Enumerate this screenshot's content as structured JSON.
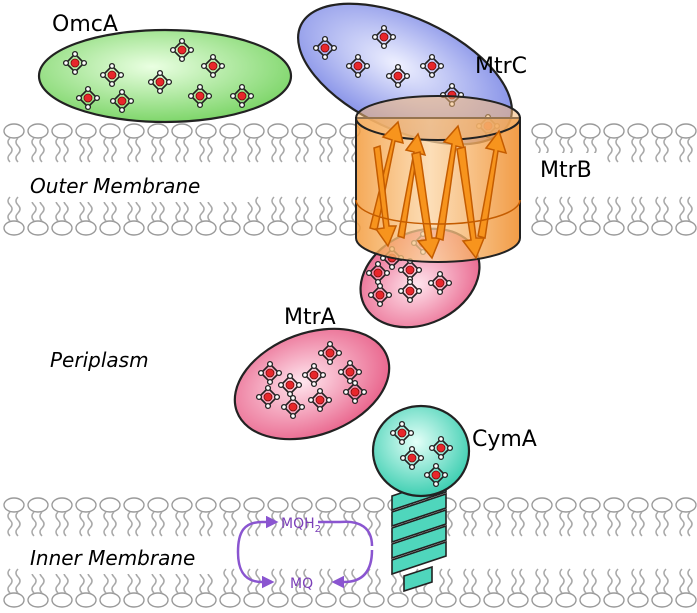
{
  "labels": {
    "omca": "OmcA",
    "mtrc": "MtrC",
    "mtrb": "MtrB",
    "mtra": "MtrA",
    "cyma": "CymA",
    "outer_membrane": "Outer Membrane",
    "periplasm": "Periplasm",
    "inner_membrane": "Inner Membrane",
    "mqh2": "MQH",
    "mqh2_sub": "2",
    "mq": "MQ"
  },
  "colors": {
    "omca": "#8fe07a",
    "mtrc": "#8e98ec",
    "mtra": "#ee6f95",
    "cyma": "#4fd6bc",
    "mtrb": "#f08a2a",
    "mtrb_arrow": "#f7941d",
    "heme_iron": "#e8262b",
    "mq_cycle": "#8a55d0",
    "lipid": "#a9a9a9"
  },
  "icons": {
    "heme": "heme-icon",
    "cycle_arrows": "redox-cycle-arrows"
  }
}
